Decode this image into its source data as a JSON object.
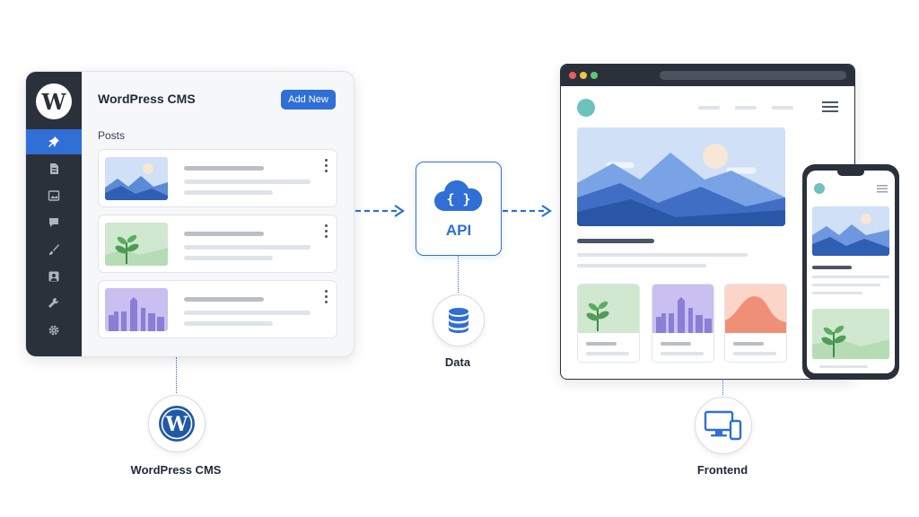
{
  "cms": {
    "title": "WordPress CMS",
    "add_button": "Add New",
    "posts_label": "Posts",
    "logo_letter": "W",
    "sidebar_icons": [
      "pin-icon",
      "document-icon",
      "image-icon",
      "comment-icon",
      "brush-icon",
      "users-icon",
      "wrench-icon",
      "gear-icon"
    ]
  },
  "api": {
    "label": "API",
    "icon": "cloud-braces-icon"
  },
  "data": {
    "label": "Data",
    "icon": "database-icon"
  },
  "labels": {
    "wordpress": "WordPress CMS",
    "frontend": "Frontend"
  },
  "colors": {
    "accent": "#2f6fd6",
    "sidebar": "#2b313b",
    "teal": "#6cc3bd"
  }
}
